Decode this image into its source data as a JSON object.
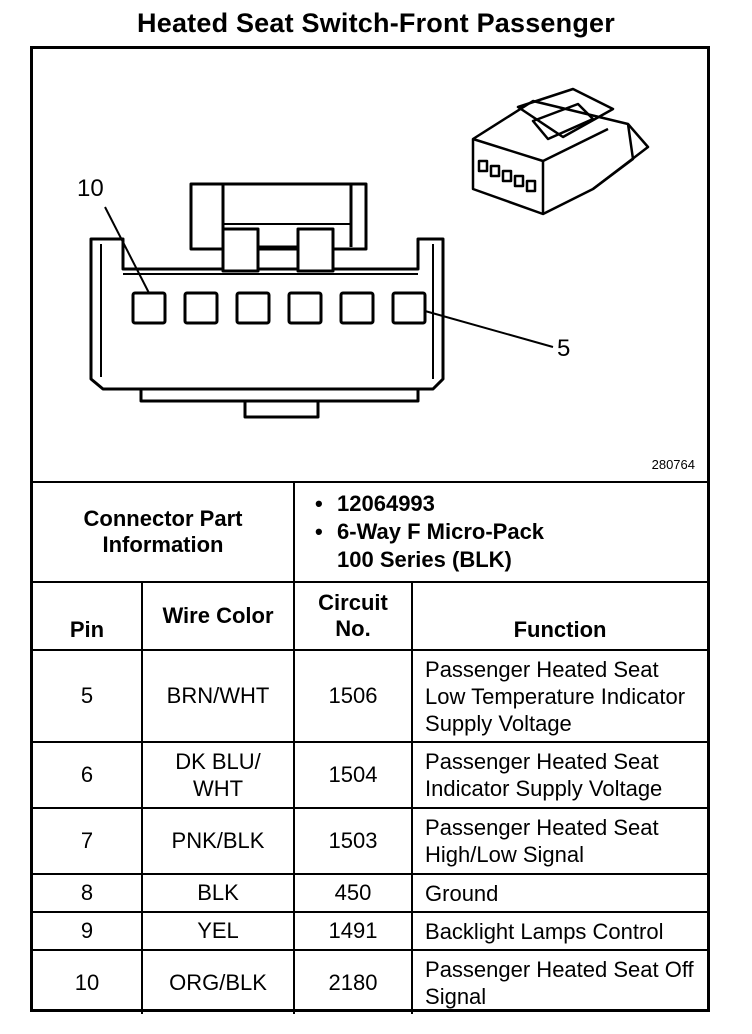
{
  "title": "Heated Seat Switch-Front Passenger",
  "diagram": {
    "label_pin10": "10",
    "label_pin5": "5",
    "ref_number": "280764"
  },
  "connector_info": {
    "label": "Connector Part Information",
    "part_number": "12064993",
    "description_line1": "6-Way F Micro-Pack",
    "description_line2": "100 Series (BLK)"
  },
  "table": {
    "headers": {
      "pin": "Pin",
      "wire_color": "Wire Color",
      "circuit_no": "Circuit No.",
      "function": "Function"
    },
    "rows": [
      {
        "pin": "5",
        "wire": "BRN/WHT",
        "circuit": "1506",
        "function": "Passenger Heated Seat Low Temperature Indicator Supply Voltage"
      },
      {
        "pin": "6",
        "wire": "DK BLU/ WHT",
        "circuit": "1504",
        "function": "Passenger Heated Seat Indicator Supply Voltage"
      },
      {
        "pin": "7",
        "wire": "PNK/BLK",
        "circuit": "1503",
        "function": "Passenger Heated Seat High/Low Signal"
      },
      {
        "pin": "8",
        "wire": "BLK",
        "circuit": "450",
        "function": "Ground"
      },
      {
        "pin": "9",
        "wire": "YEL",
        "circuit": "1491",
        "function": "Backlight Lamps Control"
      },
      {
        "pin": "10",
        "wire": "ORG/BLK",
        "circuit": "2180",
        "function": "Passenger Heated Seat Off Signal"
      }
    ]
  }
}
